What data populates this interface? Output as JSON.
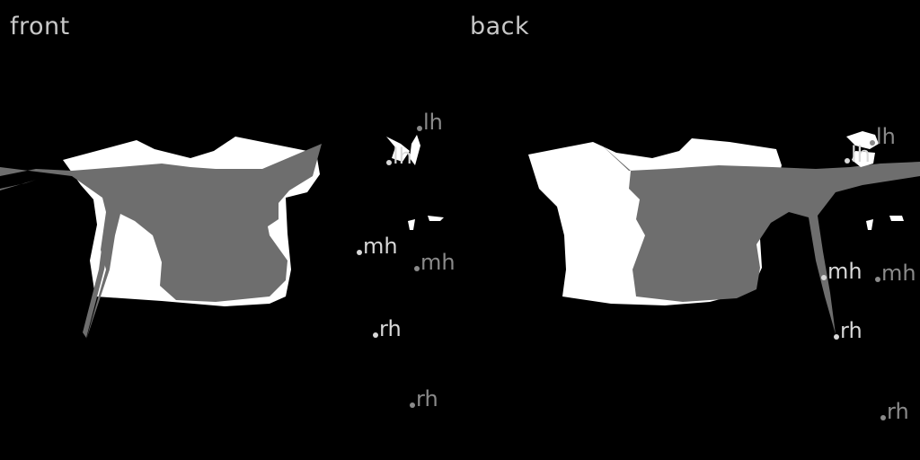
{
  "views": {
    "front": {
      "title": "front"
    },
    "back": {
      "title": "back"
    }
  },
  "palette": {
    "background": "#000000",
    "garment_outer": "#ffffff",
    "garment_inner": "#6e6e6e",
    "label_bright": "#d8d8d8",
    "label_dim": "#8a8a8a"
  },
  "keypoints": {
    "front": {
      "lh_primary": "lh",
      "lh_secondary": "lh",
      "mh_primary": "mh",
      "mh_secondary": "mh",
      "rh_primary": "rh",
      "rh_secondary": "rh"
    },
    "back": {
      "lh_primary": "lh",
      "lh_secondary": "lh",
      "mh_primary": "mh",
      "mh_secondary": "mh",
      "rh_primary": "rh",
      "rh_secondary": "rh"
    }
  }
}
